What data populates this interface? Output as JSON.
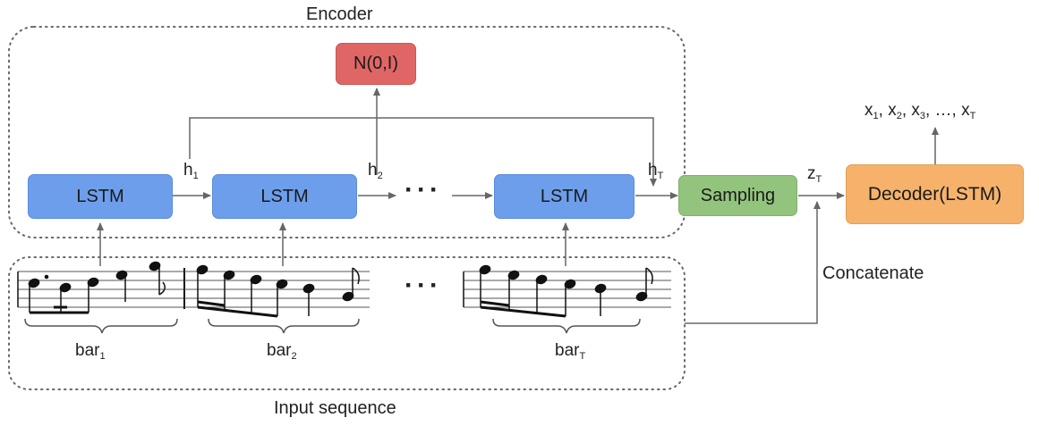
{
  "encoder_label": "Encoder",
  "input_label": "Input sequence",
  "noise_box": "N(0,I)",
  "lstm_boxes": [
    "LSTM",
    "LSTM",
    "LSTM"
  ],
  "sampling_box": "Sampling",
  "decoder_box": "Decoder(LSTM)",
  "concatenate_label": "Concatenate",
  "hidden_states": [
    {
      "base": "h",
      "sub": "1"
    },
    {
      "base": "h",
      "sub": "2"
    },
    {
      "base": "h",
      "sub": "T"
    }
  ],
  "latent": {
    "base": "z",
    "sub": "T"
  },
  "bars": [
    {
      "base": "bar",
      "sub": "1"
    },
    {
      "base": "bar",
      "sub": "2"
    },
    {
      "base": "bar",
      "sub": "T"
    }
  ],
  "outputs": [
    {
      "base": "x",
      "sub": "1",
      "sep": ", "
    },
    {
      "base": "x",
      "sub": "2",
      "sep": ", "
    },
    {
      "base": "x",
      "sub": "3",
      "sep": ", …, "
    },
    {
      "base": "x",
      "sub": "T",
      "sep": ""
    }
  ],
  "ellipsis": "···",
  "colors": {
    "lstm": "#6d9eeb",
    "noise": "#e06666",
    "sampling": "#93c47d",
    "decoder": "#f6b26b",
    "arrow": "#666666",
    "dotted_border": "#666666"
  }
}
